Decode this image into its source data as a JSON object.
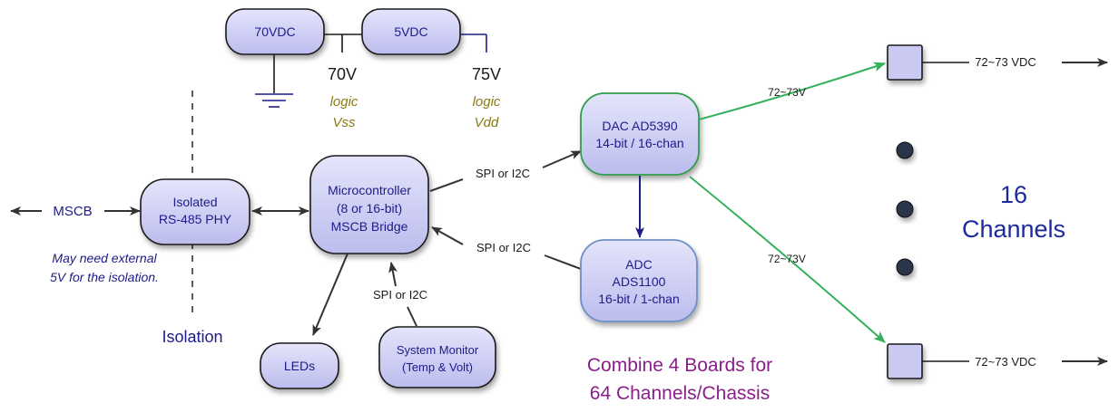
{
  "nodes": {
    "v70": "70VDC",
    "v5": "5VDC",
    "phy": [
      "Isolated",
      "RS-485 PHY"
    ],
    "mcu": [
      "Microcontroller",
      "(8 or 16-bit)",
      "MSCB Bridge"
    ],
    "dac": [
      "DAC AD5390",
      "14-bit / 16-chan"
    ],
    "adc": [
      "ADC",
      "ADS1100",
      "16-bit / 1-chan"
    ],
    "leds": "LEDs",
    "sysmon": [
      "System Monitor",
      "(Temp & Volt)"
    ]
  },
  "labels": {
    "v70_out": "70V",
    "v75_out": "75V",
    "logic": "logic",
    "vss": "Vss",
    "vdd": "Vdd",
    "mscb": "MSCB",
    "note": [
      "May need external",
      "5V for the isolation."
    ],
    "isolation": "Isolation",
    "spi_dac": "SPI or I2C",
    "spi_adc": "SPI or I2C",
    "spi_mon": "SPI or I2C",
    "v_top": "72~73V",
    "v_bot": "72~73V",
    "out_top": "72~73 VDC",
    "out_bot": "72~73 VDC",
    "channels": [
      "16",
      "Channels"
    ],
    "combine": [
      "Combine 4 Boards for",
      "64 Channels/Chassis"
    ]
  },
  "colors": {
    "node_fill": "#c9c9f2",
    "node_text": "#1c1c8a",
    "green_line": "#34b15a",
    "purple_text": "#8a1f8a",
    "olive_text": "#8a7a12"
  }
}
